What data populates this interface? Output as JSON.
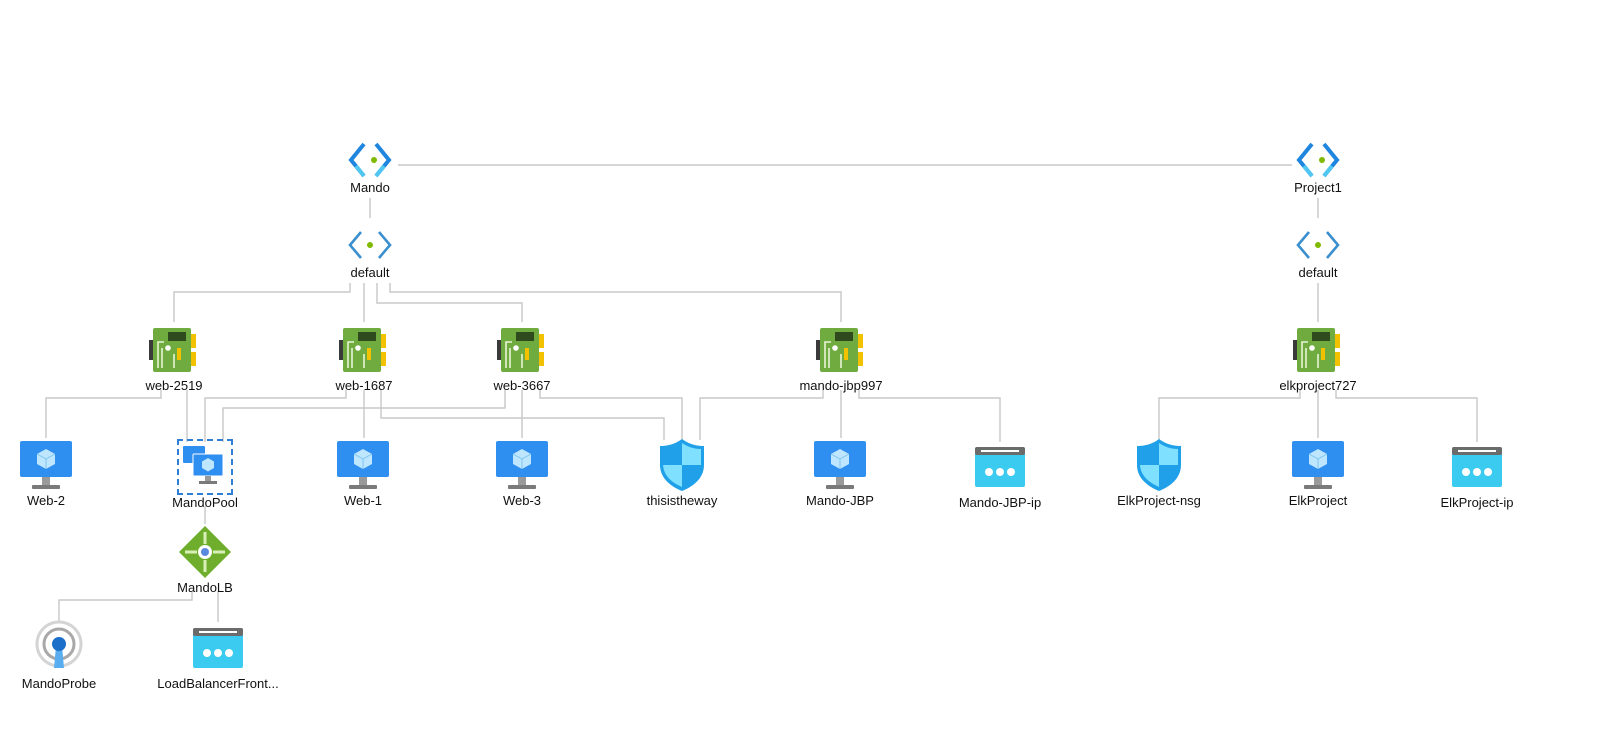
{
  "colors": {
    "edge": "#c8c8c8",
    "vnet_blue": "#1f86e0",
    "vnet_cyan": "#50c7f0",
    "dot_green": "#7fba00",
    "nic_green": "#6fab3e",
    "vm_blue": "#2f8ff0",
    "pip_cyan": "#3ccbf0",
    "nsg_blue": "#1fa0e8",
    "lb_green": "#6fae2c"
  },
  "nodes": [
    {
      "id": "vnet-mando",
      "label": "Mando",
      "kind": "vnet"
    },
    {
      "id": "vnet-project1",
      "label": "Project1",
      "kind": "vnet"
    },
    {
      "id": "subnet-mando-default",
      "label": "default",
      "kind": "subnet"
    },
    {
      "id": "subnet-project1-default",
      "label": "default",
      "kind": "subnet"
    },
    {
      "id": "nic-web-2519",
      "label": "web-2519",
      "kind": "nic"
    },
    {
      "id": "nic-web-1687",
      "label": "web-1687",
      "kind": "nic"
    },
    {
      "id": "nic-web-3667",
      "label": "web-3667",
      "kind": "nic"
    },
    {
      "id": "nic-mando-jbp997",
      "label": "mando-jbp997",
      "kind": "nic"
    },
    {
      "id": "nic-elkproject727",
      "label": "elkproject727",
      "kind": "nic"
    },
    {
      "id": "vm-web-2",
      "label": "Web-2",
      "kind": "vm"
    },
    {
      "id": "pool-mandopool",
      "label": "MandoPool",
      "kind": "pool"
    },
    {
      "id": "vm-web-1",
      "label": "Web-1",
      "kind": "vm"
    },
    {
      "id": "vm-web-3",
      "label": "Web-3",
      "kind": "vm"
    },
    {
      "id": "nsg-thisistheway",
      "label": "thisistheway",
      "kind": "nsg"
    },
    {
      "id": "vm-mando-jbp",
      "label": "Mando-JBP",
      "kind": "vm"
    },
    {
      "id": "pip-mando-jbp-ip",
      "label": "Mando-JBP-ip",
      "kind": "pip"
    },
    {
      "id": "nsg-elkproject-nsg",
      "label": "ElkProject-nsg",
      "kind": "nsg"
    },
    {
      "id": "vm-elkproject",
      "label": "ElkProject",
      "kind": "vm"
    },
    {
      "id": "pip-elkproject-ip",
      "label": "ElkProject-ip",
      "kind": "pip"
    },
    {
      "id": "lb-mandolb",
      "label": "MandoLB",
      "kind": "lb"
    },
    {
      "id": "probe-mandoprobe",
      "label": "MandoProbe",
      "kind": "probe"
    },
    {
      "id": "fe-loadbalancerfront",
      "label": "LoadBalancerFront...",
      "kind": "pip"
    }
  ],
  "edges": [
    [
      "vnet-mando",
      "vnet-project1"
    ],
    [
      "vnet-mando",
      "subnet-mando-default"
    ],
    [
      "vnet-project1",
      "subnet-project1-default"
    ],
    [
      "subnet-mando-default",
      "nic-web-2519"
    ],
    [
      "subnet-mando-default",
      "nic-web-1687"
    ],
    [
      "subnet-mando-default",
      "nic-web-3667"
    ],
    [
      "subnet-mando-default",
      "nic-mando-jbp997"
    ],
    [
      "subnet-project1-default",
      "nic-elkproject727"
    ],
    [
      "nic-web-2519",
      "vm-web-2"
    ],
    [
      "nic-web-2519",
      "pool-mandopool"
    ],
    [
      "nic-web-1687",
      "pool-mandopool"
    ],
    [
      "nic-web-3667",
      "pool-mandopool"
    ],
    [
      "nic-web-1687",
      "vm-web-1"
    ],
    [
      "nic-web-3667",
      "vm-web-3"
    ],
    [
      "nic-web-1687",
      "nsg-thisistheway"
    ],
    [
      "nic-web-3667",
      "nsg-thisistheway"
    ],
    [
      "nic-mando-jbp997",
      "nsg-thisistheway"
    ],
    [
      "nic-mando-jbp997",
      "vm-mando-jbp"
    ],
    [
      "nic-mando-jbp997",
      "pip-mando-jbp-ip"
    ],
    [
      "nic-elkproject727",
      "nsg-elkproject-nsg"
    ],
    [
      "nic-elkproject727",
      "vm-elkproject"
    ],
    [
      "nic-elkproject727",
      "pip-elkproject-ip"
    ],
    [
      "pool-mandopool",
      "lb-mandolb"
    ],
    [
      "lb-mandolb",
      "probe-mandoprobe"
    ],
    [
      "lb-mandolb",
      "fe-loadbalancerfront"
    ]
  ]
}
